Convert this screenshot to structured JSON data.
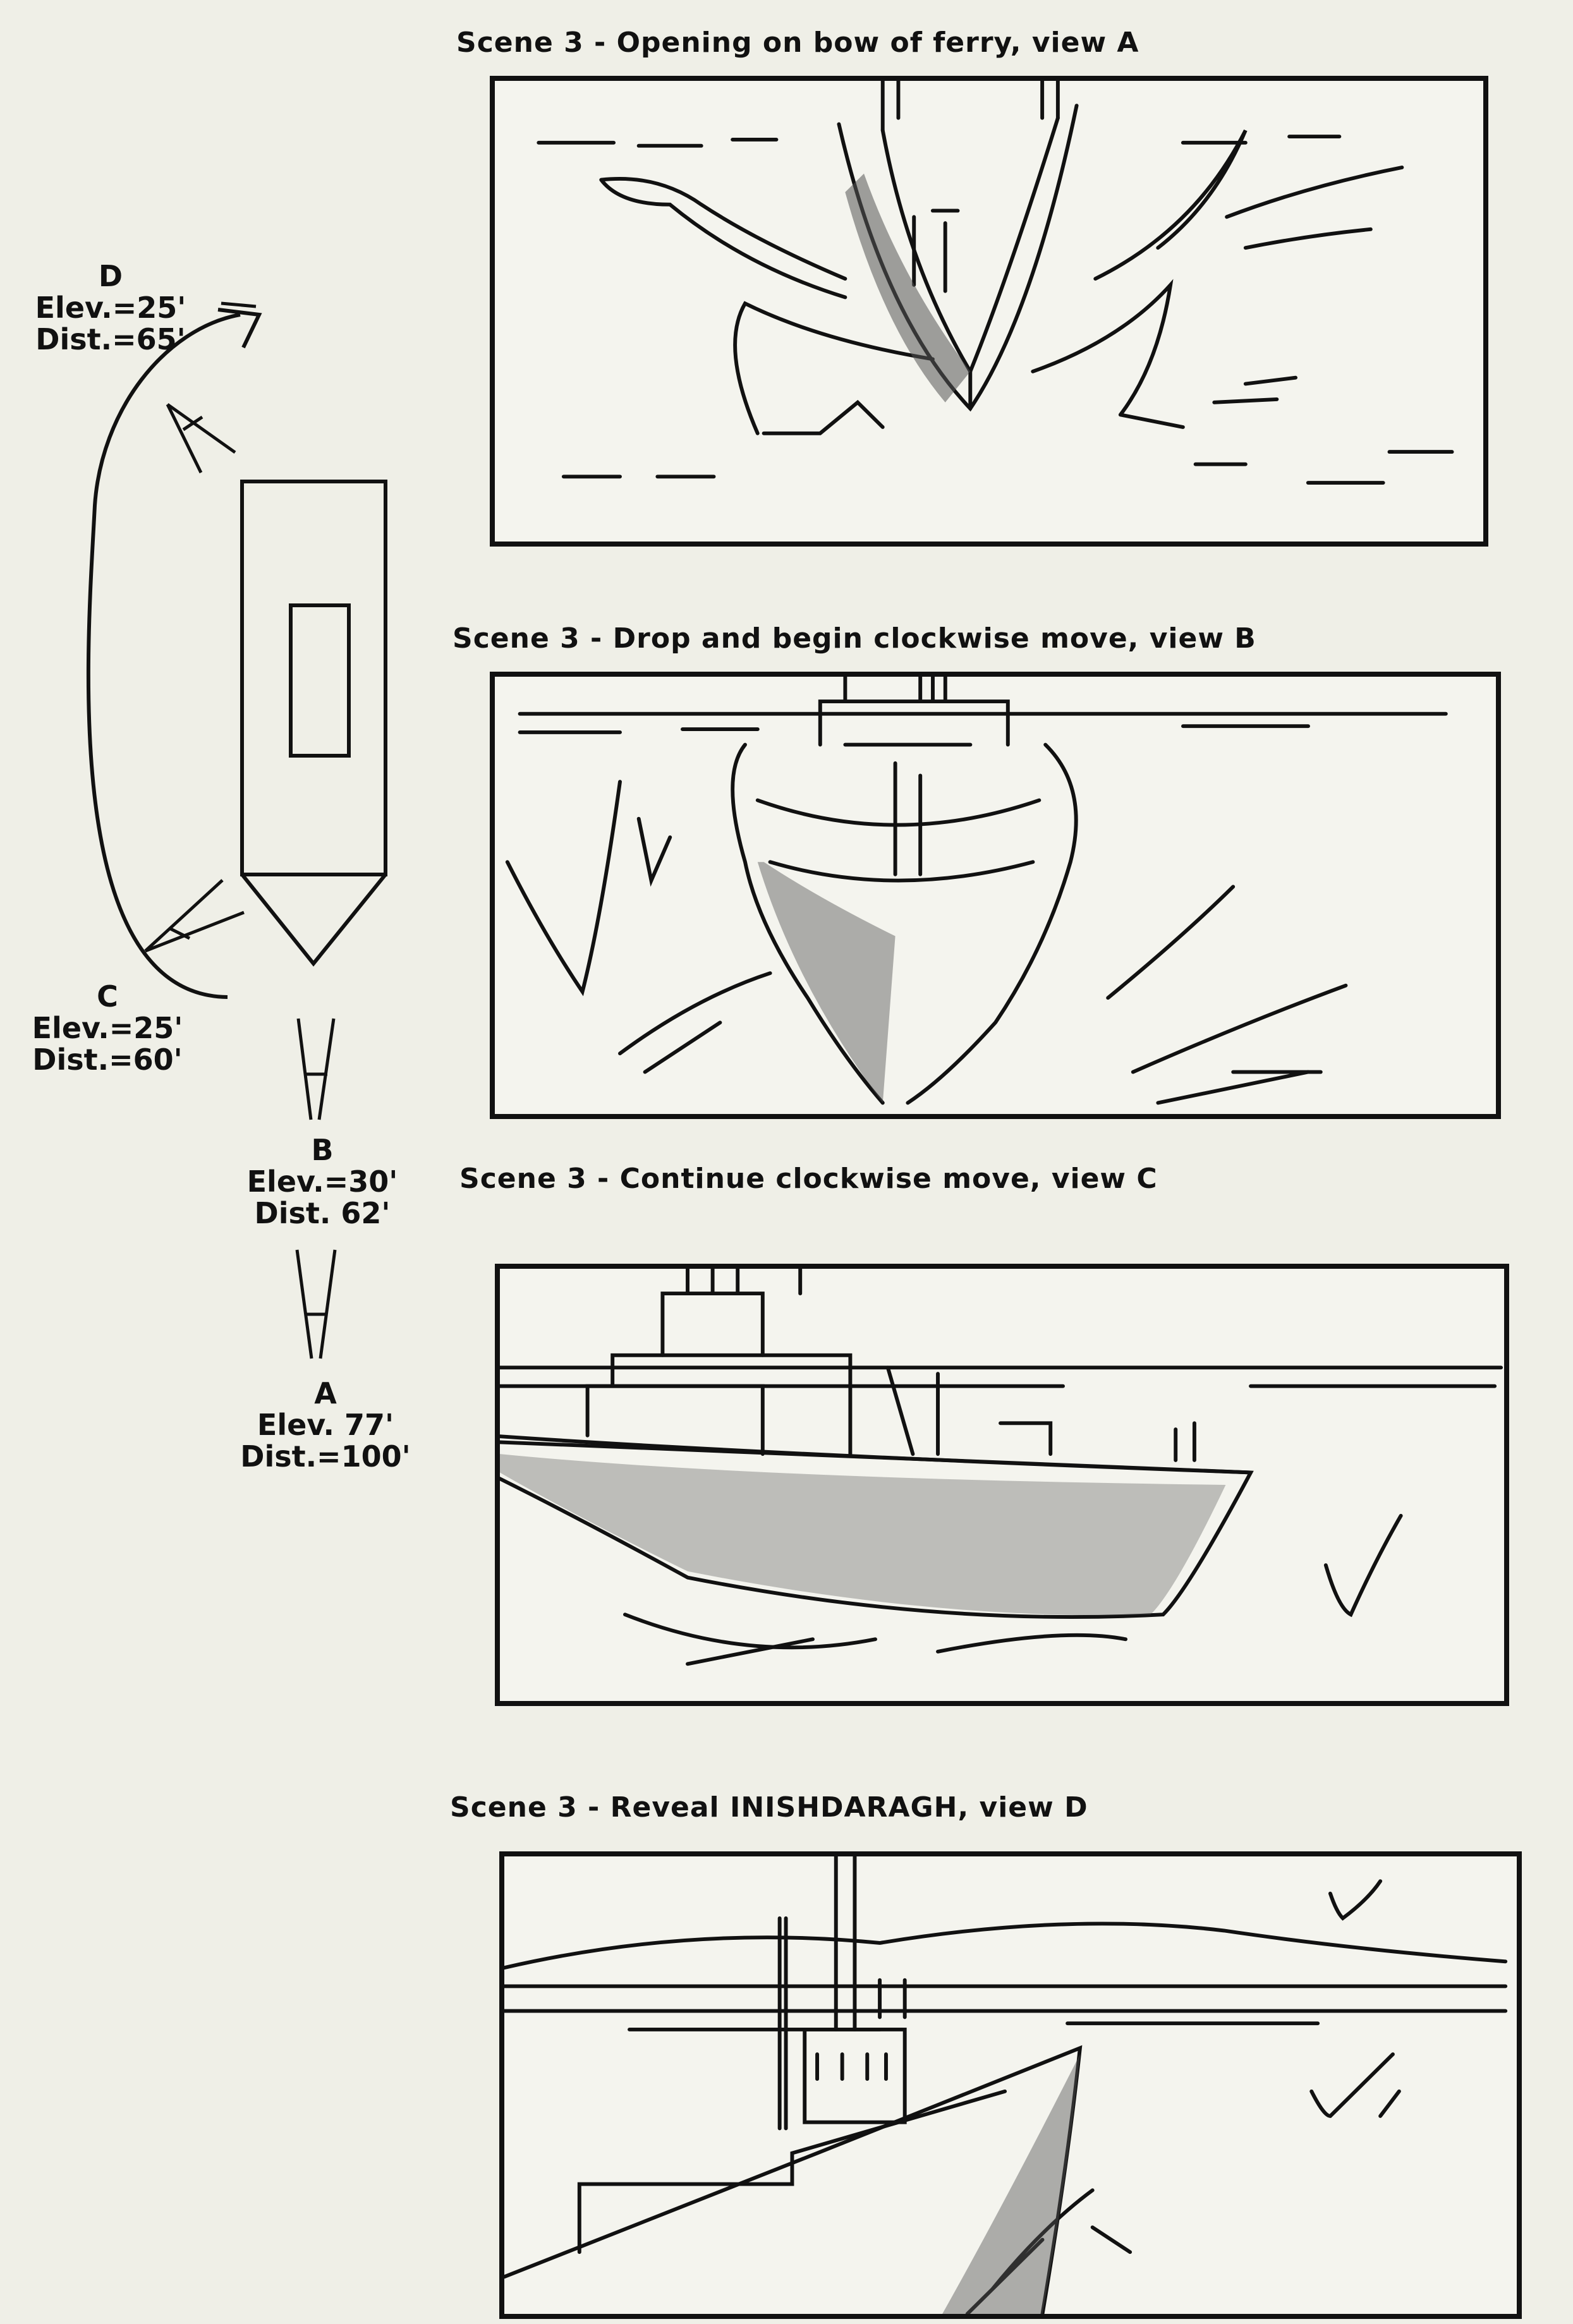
{
  "panels": [
    {
      "caption": "Scene 3 - Opening on bow of ferry, view A"
    },
    {
      "caption": "Scene 3 - Drop and begin clockwise move, view B"
    },
    {
      "caption": "Scene 3 - Continue clockwise move, view C"
    },
    {
      "caption": "Scene 3 - Reveal INISHDARAGH, view D"
    }
  ],
  "camera_positions": {
    "D": {
      "letter": "D",
      "elev": "Elev.=25'",
      "dist": "Dist.=65'"
    },
    "C": {
      "letter": "C",
      "elev": "Elev.=25'",
      "dist": "Dist.=60'"
    },
    "B": {
      "letter": "B",
      "elev": "Elev.=30'",
      "dist": "Dist. 62'"
    },
    "A": {
      "letter": "A",
      "elev": "Elev. 77'",
      "dist": "Dist.=100'"
    }
  },
  "colors": {
    "paper": "#efefe7",
    "ink": "#111111",
    "shade": "#555555"
  }
}
